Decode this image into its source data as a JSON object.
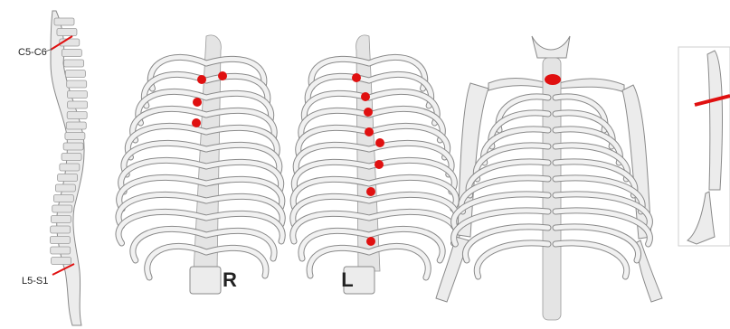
{
  "labels": {
    "cervical_level": "C5-C6",
    "lumbosacral_level": "L5-S1",
    "right_side": "R",
    "left_side": "L"
  },
  "colors": {
    "marker": "#e01010",
    "bone_fill": "#ececec",
    "bone_stroke": "#8a8a8a",
    "background": "#ffffff"
  }
}
